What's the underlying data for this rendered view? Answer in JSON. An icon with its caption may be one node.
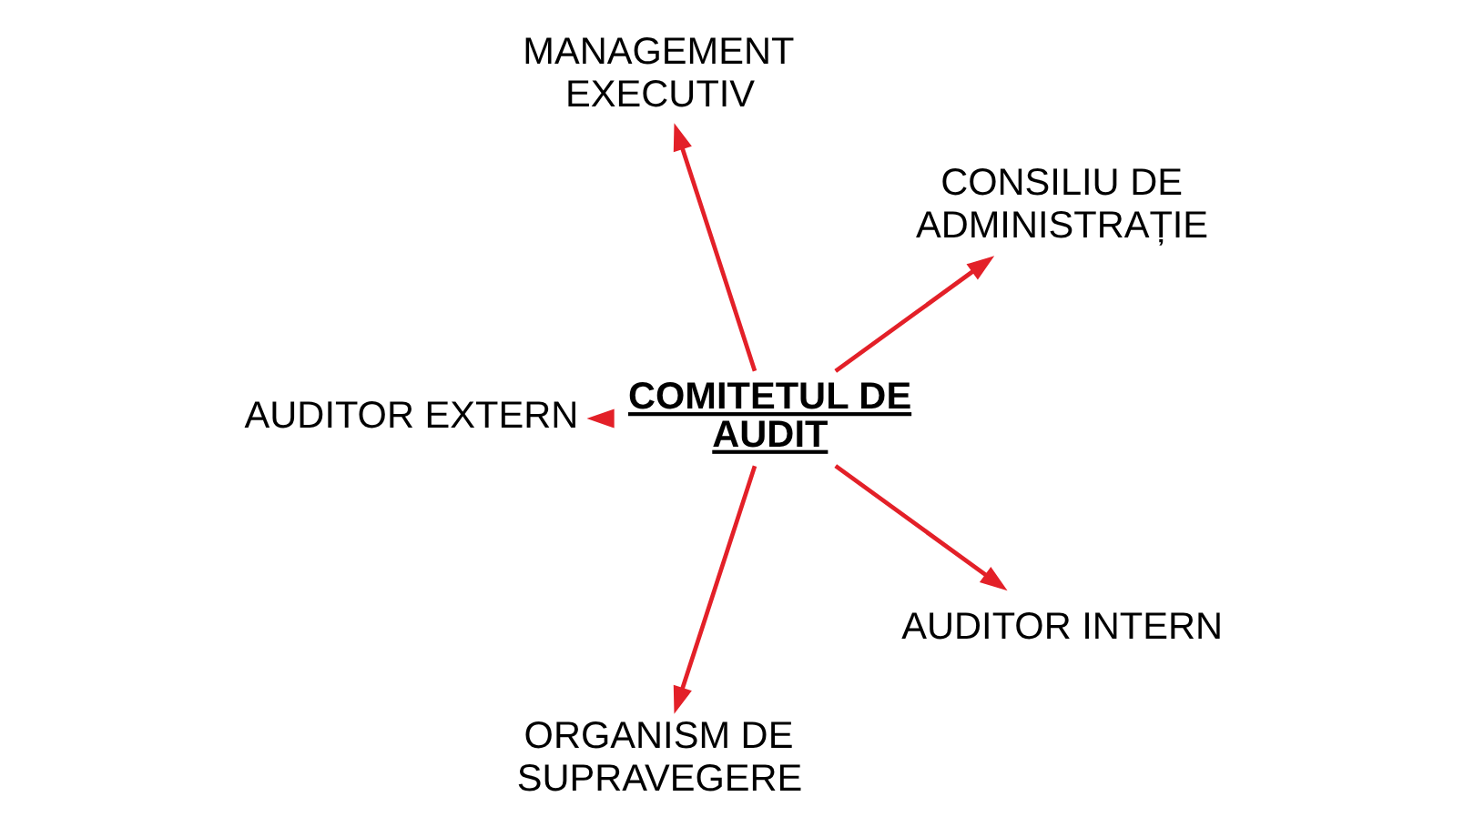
{
  "diagram": {
    "nodes": [
      {
        "text": [
          "COMITETUL DE AUDIT"
        ]
      },
      {
        "text": [
          "CONSILIU DE ADMINISTRAȚIE"
        ]
      },
      {
        "text": [
          "MANAGEMENT EXECUTIV"
        ]
      },
      {
        "text": [
          "AUDITOR EXTERN"
        ]
      },
      {
        "text": [
          "ORGANISM DE SUPRAVEGERE"
        ]
      },
      {
        "text": [
          "AUDITOR INTERN"
        ]
      }
    ],
    "edges": [
      {
        "from": 0,
        "to": 1,
        "arrow": "to"
      },
      {
        "from": 0,
        "to": 2,
        "arrow": "to"
      },
      {
        "from": 0,
        "to": 3,
        "arrow": "to"
      },
      {
        "from": 0,
        "to": 4,
        "arrow": "to"
      },
      {
        "from": 0,
        "to": 5,
        "arrow": "to"
      }
    ]
  }
}
